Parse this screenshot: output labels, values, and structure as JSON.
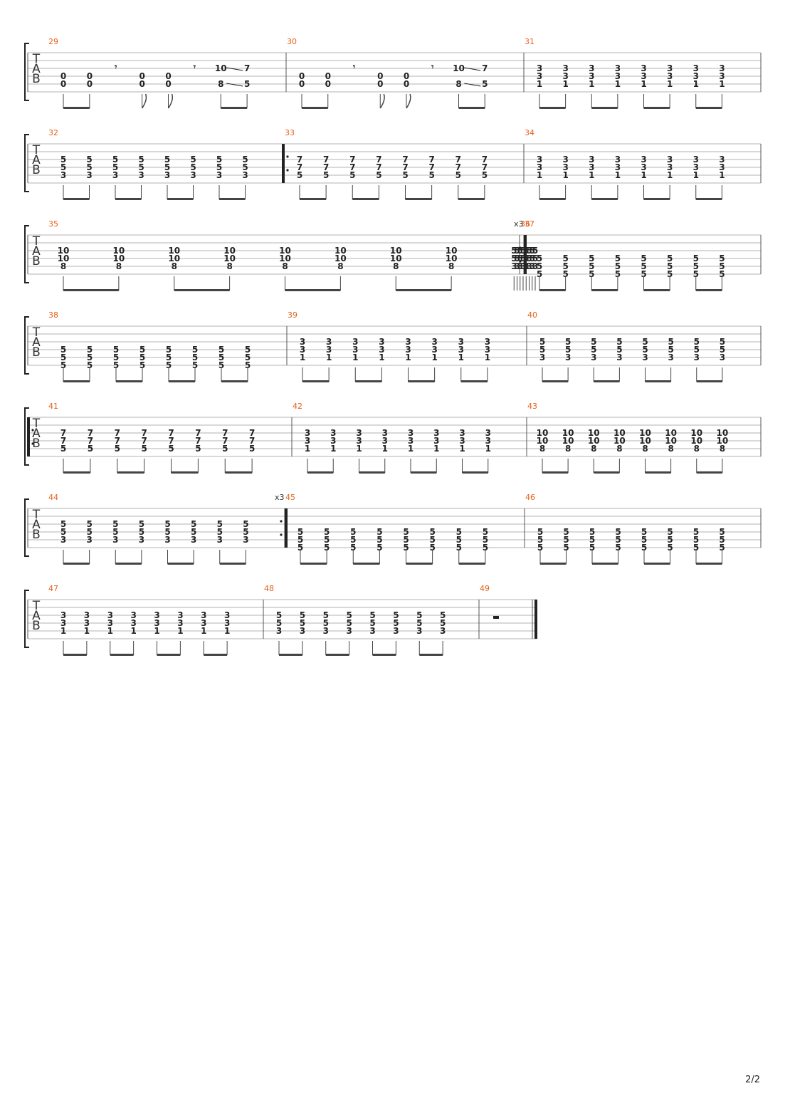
{
  "page_number": "2/2",
  "tab_letters": [
    "T",
    "A",
    "B"
  ],
  "systems": [
    {
      "measures": [
        {
          "number": "29",
          "type": "intro"
        },
        {
          "number": "30",
          "type": "intro"
        },
        {
          "number": "31",
          "chord": [
            "3",
            "3",
            "1"
          ]
        }
      ]
    },
    {
      "measures": [
        {
          "number": "32",
          "chord": [
            "5",
            "5",
            "3"
          ]
        },
        {
          "number": "33",
          "chord": [
            "7",
            "7",
            "5"
          ],
          "repeat_start": true
        },
        {
          "number": "34",
          "chord": [
            "3",
            "3",
            "1"
          ]
        }
      ]
    },
    {
      "measures": [
        {
          "number": "35",
          "chord": [
            "10",
            "10",
            "8"
          ]
        },
        {
          "number": "36",
          "chord": [
            "5",
            "5",
            "3"
          ],
          "repeat_end": true,
          "repeat_count": "x3"
        },
        {
          "number": "37",
          "chord": [
            "5",
            "5",
            "5"
          ]
        }
      ]
    },
    {
      "measures": [
        {
          "number": "38",
          "chord": [
            "5",
            "5",
            "5"
          ]
        },
        {
          "number": "39",
          "chord": [
            "3",
            "3",
            "1"
          ]
        },
        {
          "number": "40",
          "chord": [
            "5",
            "5",
            "3"
          ]
        }
      ]
    },
    {
      "measures": [
        {
          "number": "41",
          "chord": [
            "7",
            "7",
            "5"
          ],
          "repeat_start": true,
          "alt": [
            "7",
            "7",
            "5"
          ]
        },
        {
          "number": "42",
          "chord": [
            "3",
            "3",
            "1"
          ]
        },
        {
          "number": "43",
          "chord": [
            "10",
            "10",
            "8"
          ]
        }
      ]
    },
    {
      "measures": [
        {
          "number": "44",
          "chord": [
            "5",
            "5",
            "3"
          ],
          "repeat_end": true,
          "repeat_count": "x3"
        },
        {
          "number": "45",
          "chord": [
            "5",
            "5",
            "5"
          ]
        },
        {
          "number": "46",
          "chord": [
            "5",
            "5",
            "5"
          ]
        }
      ]
    },
    {
      "measures": [
        {
          "number": "47",
          "chord": [
            "3",
            "3",
            "1"
          ]
        },
        {
          "number": "48",
          "chord": [
            "5",
            "5",
            "3"
          ]
        },
        {
          "number": "49",
          "type": "rest"
        }
      ]
    }
  ],
  "intro_beats": {
    "open_low": "0",
    "open_high": "0",
    "slide_from_high": "10",
    "slide_to_high": "7",
    "slide_from_low": "8",
    "slide_to_low": "5"
  }
}
